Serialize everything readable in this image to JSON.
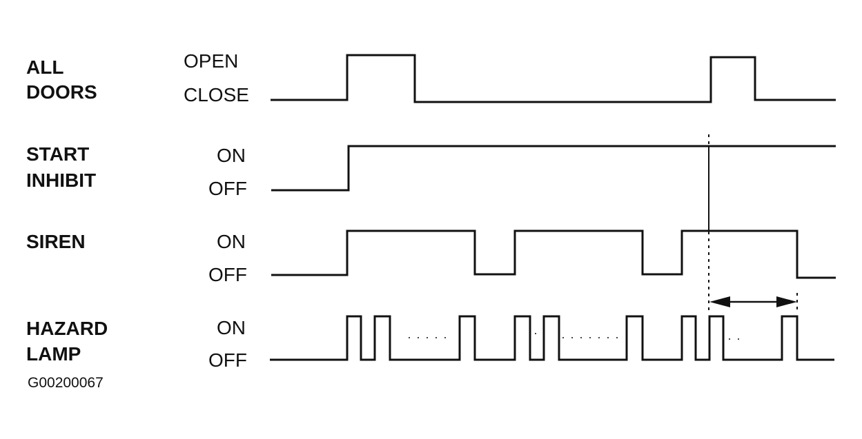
{
  "signals": [
    {
      "key": "all_doors",
      "name_lines": [
        "ALL",
        "DOORS"
      ],
      "high_state": "OPEN",
      "low_state": "CLOSE"
    },
    {
      "key": "start_inhibit",
      "name_lines": [
        "START",
        "INHIBIT"
      ],
      "high_state": "ON",
      "low_state": "OFF"
    },
    {
      "key": "siren",
      "name_lines": [
        "SIREN"
      ],
      "high_state": "ON",
      "low_state": "OFF"
    },
    {
      "key": "hazard_lamp",
      "name_lines": [
        "HAZARD",
        "LAMP"
      ],
      "high_state": "ON",
      "low_state": "OFF"
    }
  ],
  "figure_id": "G00200067",
  "colors": {
    "line": "#111111",
    "background": "#ffffff"
  }
}
